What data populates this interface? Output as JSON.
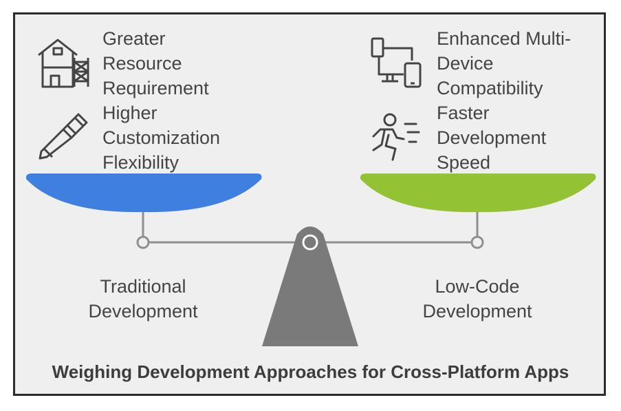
{
  "title": "Weighing Development Approaches for Cross-Platform Apps",
  "left": {
    "label": "Traditional\nDevelopment",
    "color": "#3f7fe0",
    "items": [
      {
        "icon": "construction-house-icon",
        "text": "Greater\nResource\nRequirement"
      },
      {
        "icon": "chisel-tool-icon",
        "text": "Higher\nCustomization\nFlexibility"
      }
    ]
  },
  "right": {
    "label": "Low-Code\nDevelopment",
    "color": "#93c234",
    "items": [
      {
        "icon": "multi-device-icon",
        "text": "Enhanced Multi-\nDevice\nCompatibility"
      },
      {
        "icon": "running-person-icon",
        "text": "Faster\nDevelopment\nSpeed"
      }
    ]
  },
  "colors": {
    "fulcrum": "#7a7a7a",
    "beam": "#8f8f8f",
    "text": "#444444"
  }
}
